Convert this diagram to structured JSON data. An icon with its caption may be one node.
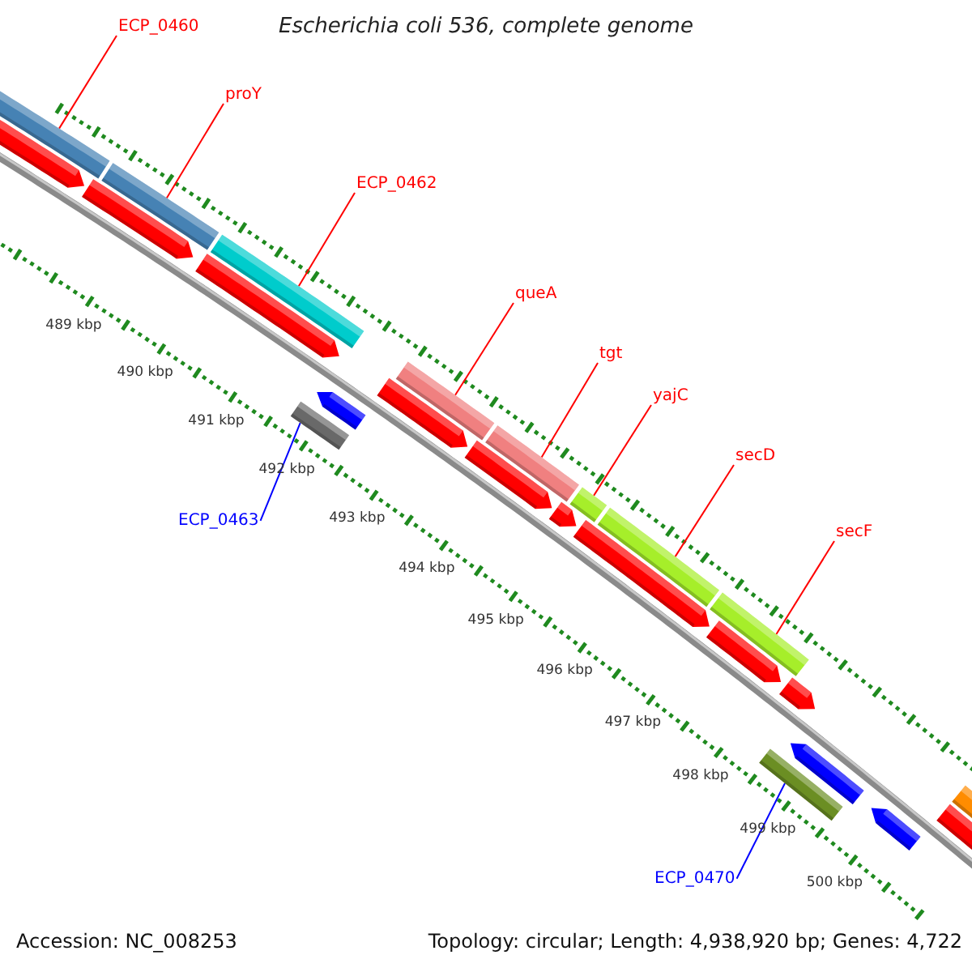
{
  "diagram": {
    "title": "Escherichia coli 536, complete genome",
    "nodes": [
      {
        "text": [
          "ECP_0460"
        ]
      },
      {
        "text": [],
        "shape": "bar"
      },
      {
        "text": [
          "proY"
        ]
      },
      {
        "text": [],
        "shape": "bar"
      },
      {
        "text": [
          "ECP_0462"
        ]
      },
      {
        "text": [],
        "shape": "bar"
      },
      {
        "text": [
          "ECP_0463"
        ]
      },
      {
        "text": [],
        "shape": "bar"
      },
      {
        "text": [
          "queA"
        ]
      },
      {
        "text": [],
        "shape": "bar"
      },
      {
        "text": [
          "tgt"
        ]
      },
      {
        "text": [],
        "shape": "bar"
      },
      {
        "text": [
          "yajC"
        ]
      },
      {
        "text": [],
        "shape": "bar"
      },
      {
        "text": [
          "secD"
        ]
      },
      {
        "text": [],
        "shape": "bar"
      },
      {
        "text": [
          "secF"
        ]
      },
      {
        "text": [],
        "shape": "bar"
      },
      {
        "text": [
          "ECP_0470"
        ]
      },
      {
        "text": [],
        "shape": "bar"
      },
      {
        "text": [],
        "shape": "pentagon"
      },
      {
        "text": [],
        "shape": "pentagon"
      },
      {
        "text": [],
        "shape": "pentagon"
      },
      {
        "text": [],
        "shape": "pentagon"
      },
      {
        "text": [],
        "shape": "pentagon"
      },
      {
        "text": [],
        "shape": "pentagon"
      },
      {
        "text": [],
        "shape": "pentagon"
      },
      {
        "text": [],
        "shape": "pentagon"
      },
      {
        "text": [],
        "shape": "pentagon"
      },
      {
        "text": [],
        "shape": "pentagon"
      },
      {
        "text": [],
        "shape": "pentagon"
      },
      {
        "text": [],
        "shape": "pentagon"
      },
      {
        "text": [],
        "shape": "pentagon"
      },
      {
        "text": [],
        "shape": "bar"
      }
    ],
    "edges": [
      {
        "from": 0,
        "to": 1,
        "arrow": "none"
      },
      {
        "from": 2,
        "to": 3,
        "arrow": "none"
      },
      {
        "from": 4,
        "to": 5,
        "arrow": "none"
      },
      {
        "from": 6,
        "to": 7,
        "arrow": "none",
        "color": "#0000ff"
      },
      {
        "from": 8,
        "to": 9,
        "arrow": "none"
      },
      {
        "from": 10,
        "to": 11,
        "arrow": "none"
      },
      {
        "from": 12,
        "to": 13,
        "arrow": "none"
      },
      {
        "from": 14,
        "to": 15,
        "arrow": "none"
      },
      {
        "from": 16,
        "to": 17,
        "arrow": "none"
      },
      {
        "from": 18,
        "to": 19,
        "arrow": "none",
        "color": "#0000ff"
      }
    ],
    "labels": [
      "489 kbp",
      "490 kbp",
      "491 kbp",
      "492 kbp",
      "493 kbp",
      "494 kbp",
      "495 kbp",
      "496 kbp",
      "497 kbp",
      "498 kbp",
      "499 kbp",
      "500 kbp",
      "Accession: NC_008253",
      "Topology: circular; Length: 4,938,920 bp; Genes: 4,722"
    ]
  }
}
